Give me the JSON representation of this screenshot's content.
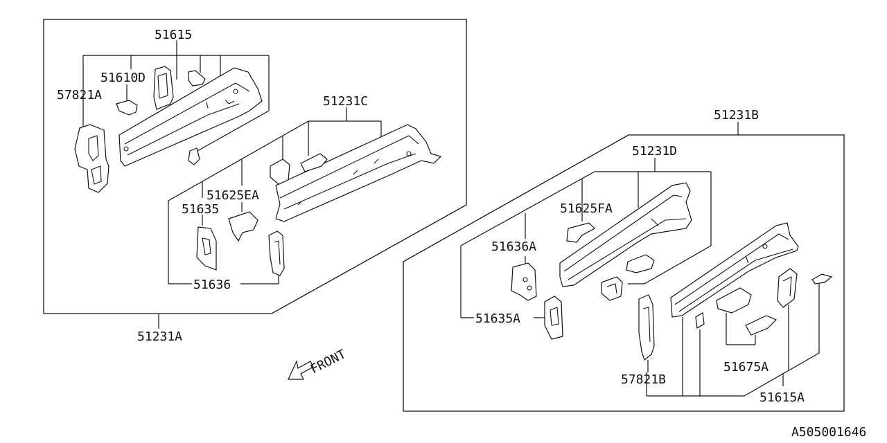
{
  "labels": {
    "p51615": "51615",
    "p51610D": "51610D",
    "p57821A": "57821A",
    "p51231C": "51231C",
    "p51625EA": "51625EA",
    "p51635": "51635",
    "p51636": "51636",
    "p51231A": "51231A",
    "front": "FRONT",
    "p51231B": "51231B",
    "p51231D": "51231D",
    "p51625FA": "51625FA",
    "p51636A": "51636A",
    "p51635A": "51635A",
    "p57821B": "57821B",
    "p51675A": "51675A",
    "p51615A": "51615A",
    "diagram_id": "A505001646"
  },
  "colors": {
    "line": "#111111",
    "background": "#ffffff"
  }
}
